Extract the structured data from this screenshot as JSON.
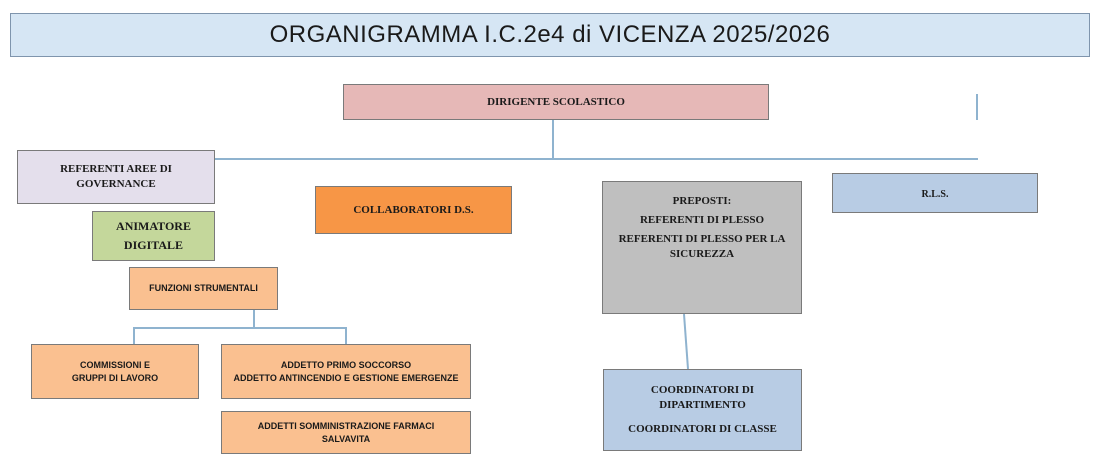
{
  "title": "ORGANIGRAMMA I.C.2e4 di VICENZA 2025/2026",
  "dirigente": "DIRIGENTE SCOLASTICO",
  "governance": {
    "line1": "REFERENTI AREE DI",
    "line2": "GOVERNANCE"
  },
  "animatore": {
    "line1": "ANIMATORE",
    "line2": "DIGITALE"
  },
  "funzioni": "FUNZIONI STRUMENTALI",
  "collaboratori": "COLLABORATORI D.S.",
  "preposti": {
    "line1": "PREPOSTI:",
    "line2": "REFERENTI DI PLESSO",
    "line3": "REFERENTI DI PLESSO PER LA SICUREZZA"
  },
  "rls": "R.L.S.",
  "commissioni": {
    "line1": "COMMISSIONI E",
    "line2": "GRUPPI DI LAVORO"
  },
  "addetto": {
    "line1": "ADDETTO PRIMO SOCCORSO",
    "line2": "ADDETTO ANTINCENDIO E GESTIONE EMERGENZE"
  },
  "addetti_farmaci": {
    "line1": "ADDETTI SOMMINISTRAZIONE FARMACI",
    "line2": "SALVAVITA"
  },
  "coordinatori": {
    "line1": "COORDINATORI DI DIPARTIMENTO",
    "line2": "COORDINATORI DI CLASSE"
  },
  "colors": {
    "title_bg": "#d6e6f4",
    "dirigente_bg": "#e6b8b7",
    "governance_bg": "#e4dfec",
    "animatore_bg": "#c4d79b",
    "orange_light": "#fac090",
    "collaboratori_bg": "#f79646",
    "preposti_bg": "#bfbfbf",
    "blue_light": "#b8cce4",
    "connector": "#8fb3cf"
  }
}
